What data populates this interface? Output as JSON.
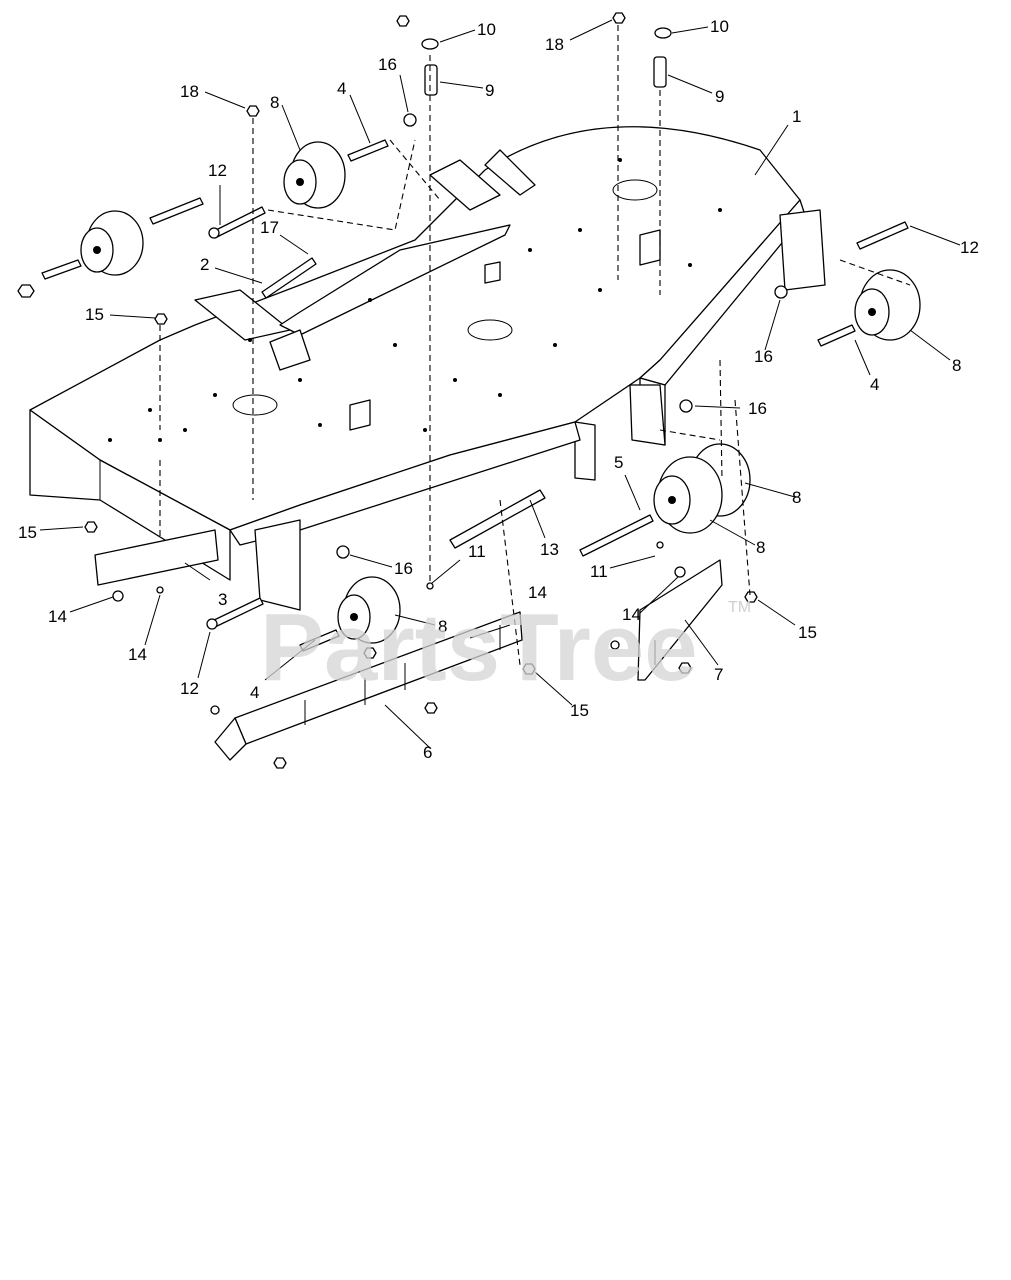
{
  "watermark": {
    "text": "PartsTree",
    "tm": "TM"
  },
  "callouts": [
    "1",
    "2",
    "3",
    "4",
    "5",
    "6",
    "7",
    "8",
    "9",
    "10",
    "11",
    "12",
    "13",
    "14",
    "15",
    "16",
    "17",
    "18"
  ]
}
